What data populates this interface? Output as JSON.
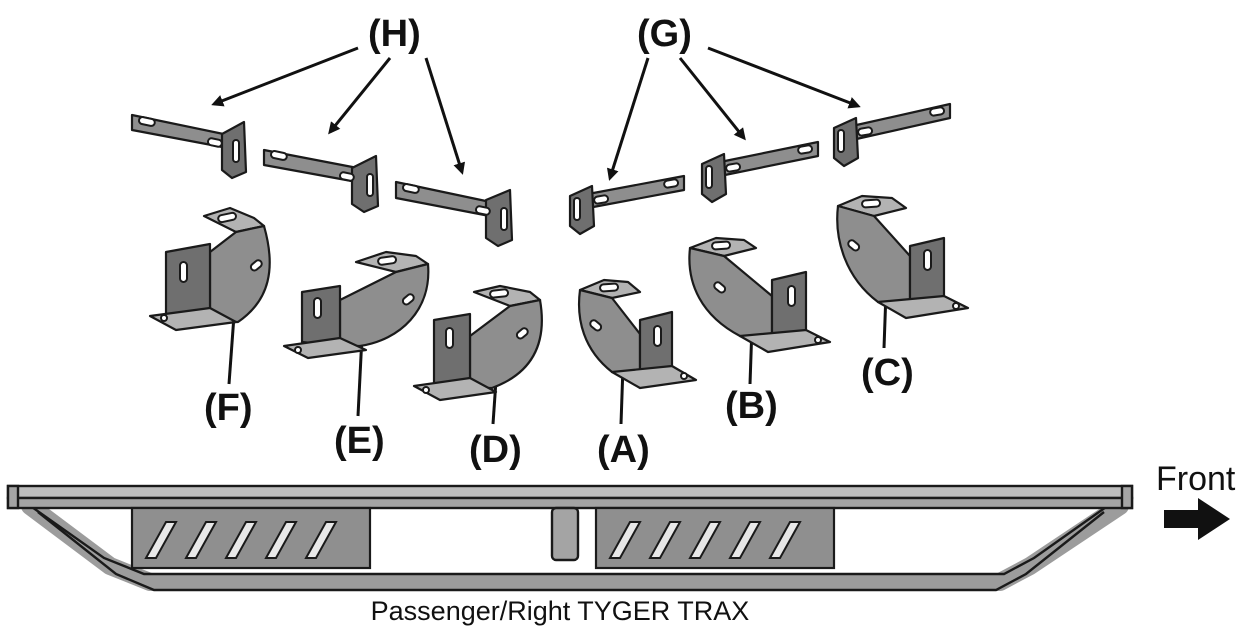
{
  "callouts": {
    "H": "(H)",
    "G": "(G)",
    "F": "(F)",
    "E": "(E)",
    "D": "(D)",
    "A": "(A)",
    "B": "(B)",
    "C": "(C)"
  },
  "front_label": "Front",
  "caption": "Passenger/Right TYGER TRAX",
  "colors": {
    "part_fill": "#8e8e8e",
    "outline": "#1a1a1a",
    "background": "#ffffff"
  }
}
